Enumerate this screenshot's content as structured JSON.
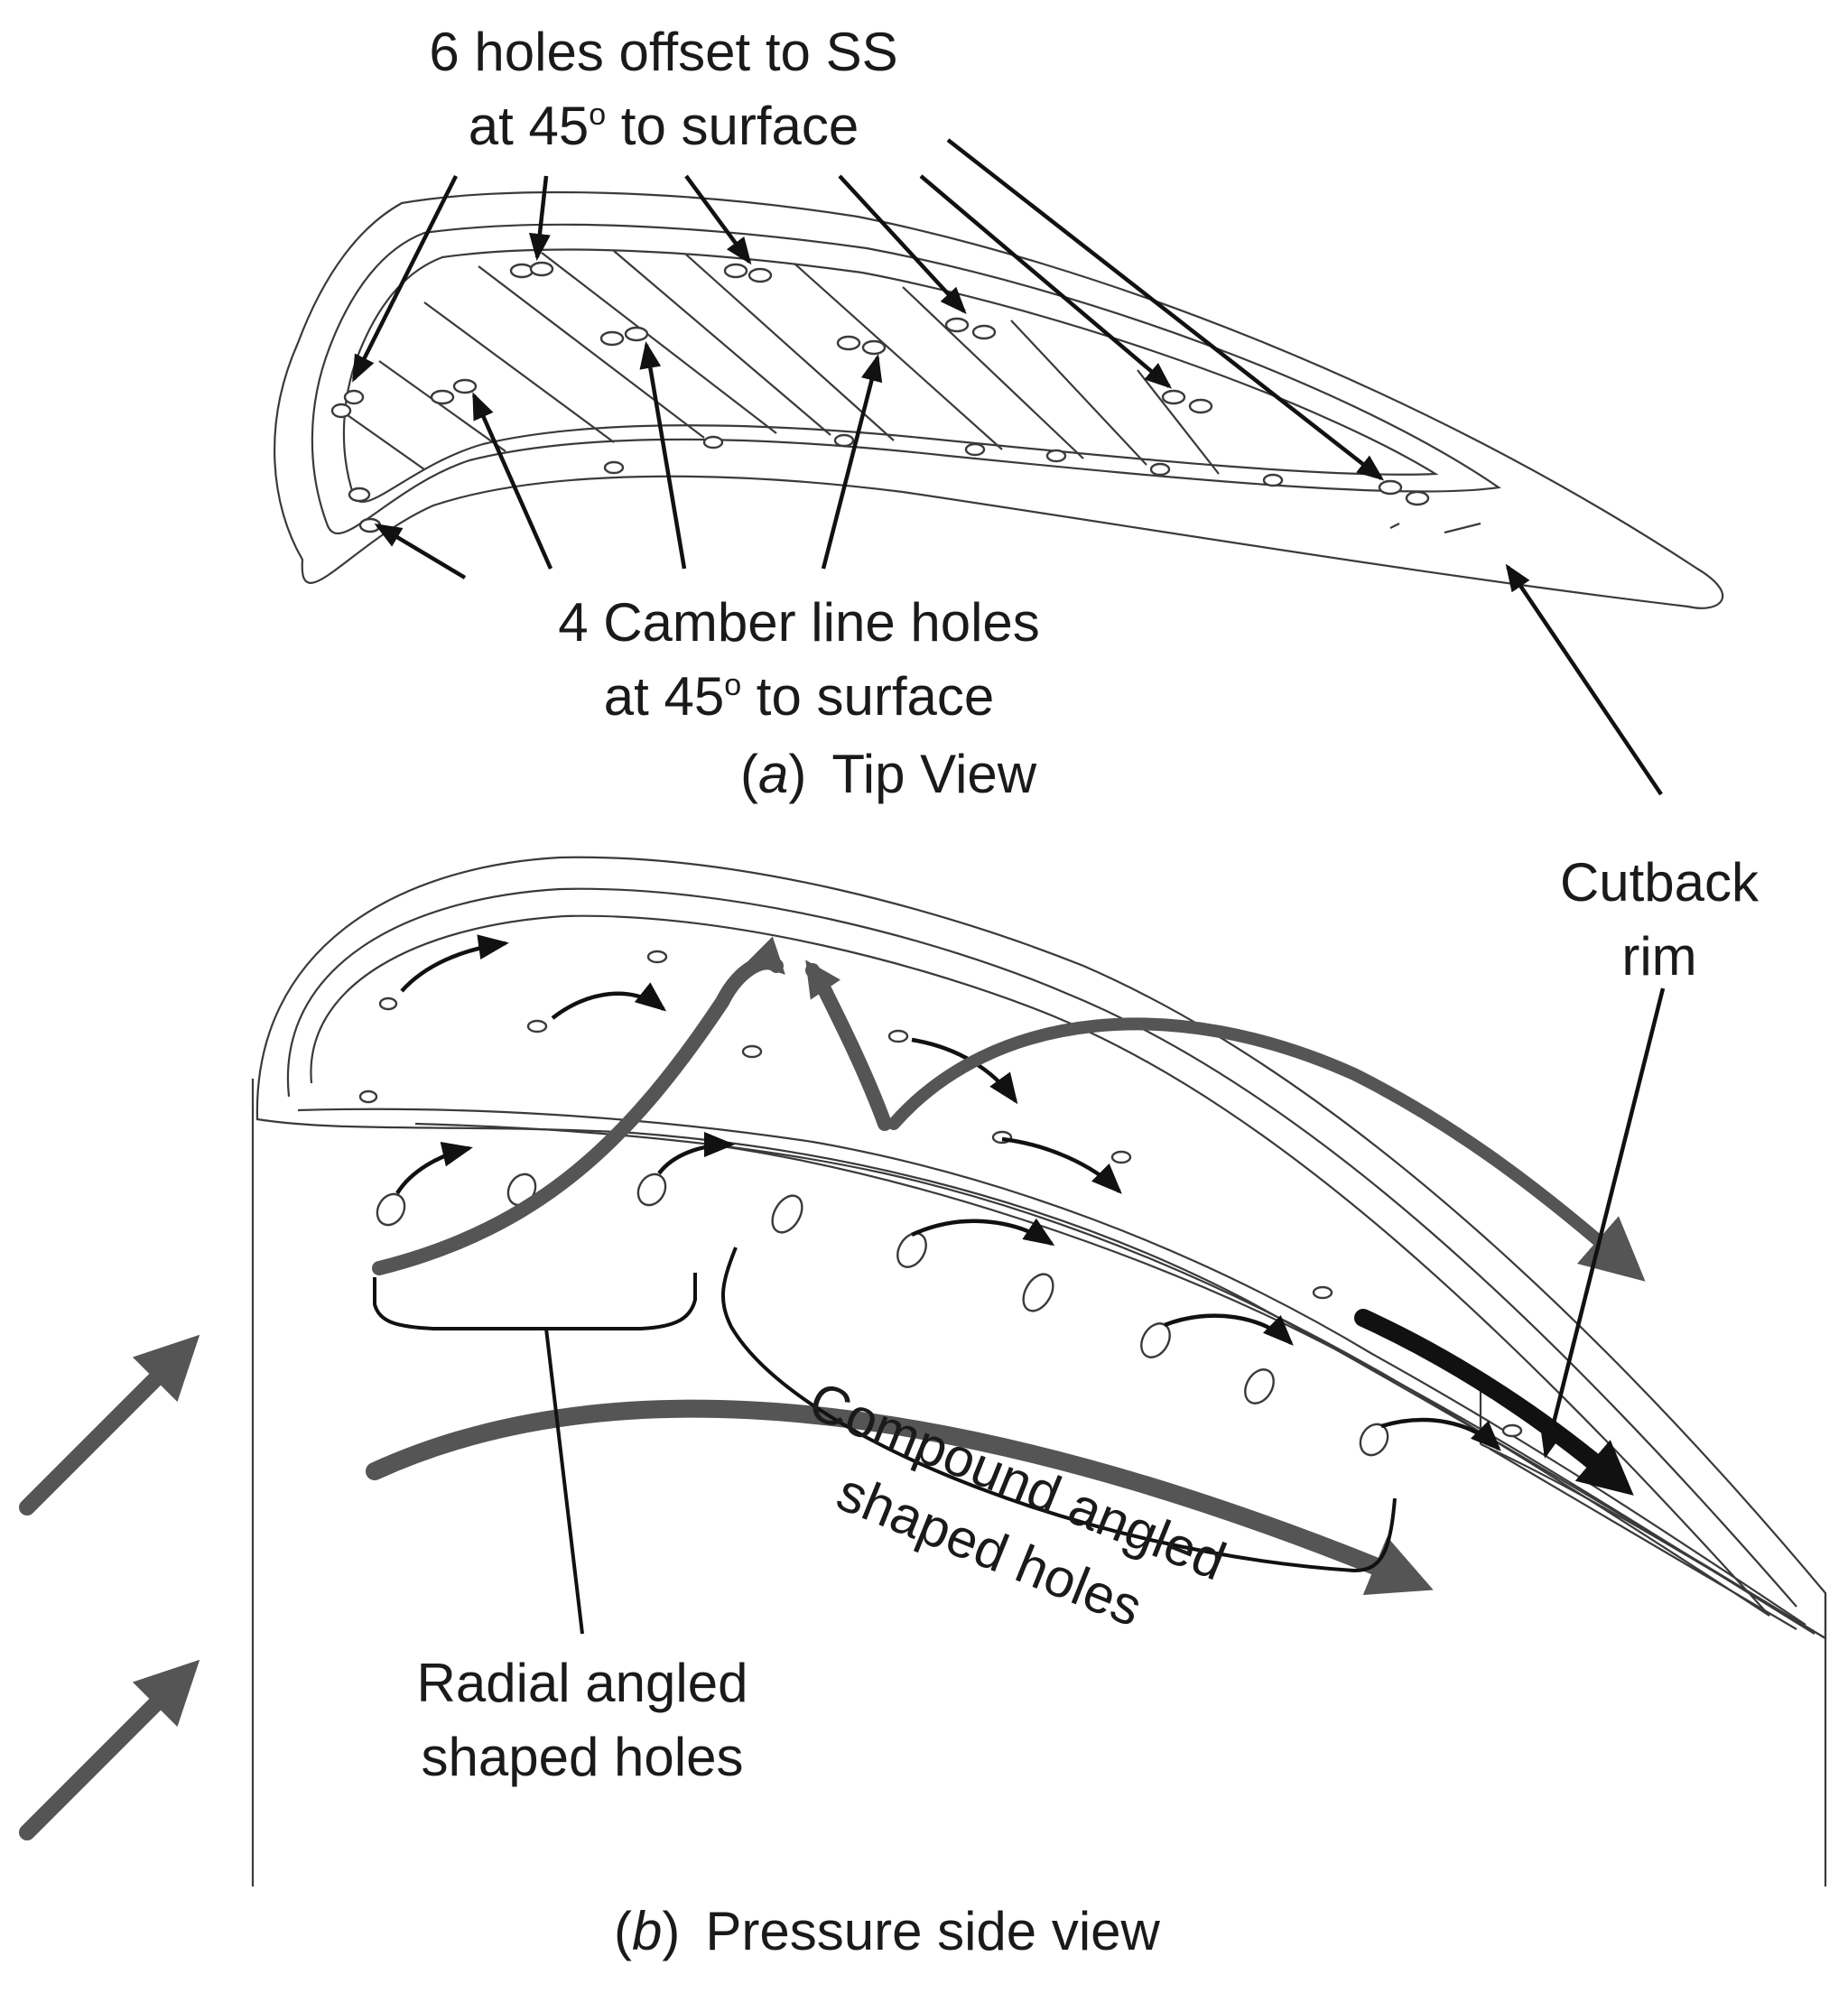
{
  "labels": {
    "ss_holes_line1": "6 holes offset to SS",
    "ss_holes_line2_pre": "at 45",
    "ss_holes_line2_post": " to surface",
    "camber_line1": "4 Camber line holes",
    "camber_line2_pre": "at 45",
    "camber_line2_post": " to surface",
    "degree": "o",
    "caption_a_letter": "a",
    "caption_a_text": "Tip View",
    "cutback_line1": "Cutback",
    "cutback_line2": "rim",
    "compound_line1": "Compound angled",
    "compound_line2": "shaped holes",
    "radial_line1": "Radial angled",
    "radial_line2": "shaped holes",
    "caption_b_letter": "b",
    "caption_b_text": "Pressure side view",
    "paren_open": "(",
    "paren_close": ")"
  },
  "colors": {
    "line": "#3a3a3a",
    "arrow": "#111111",
    "flow_arrow": "#555555"
  }
}
